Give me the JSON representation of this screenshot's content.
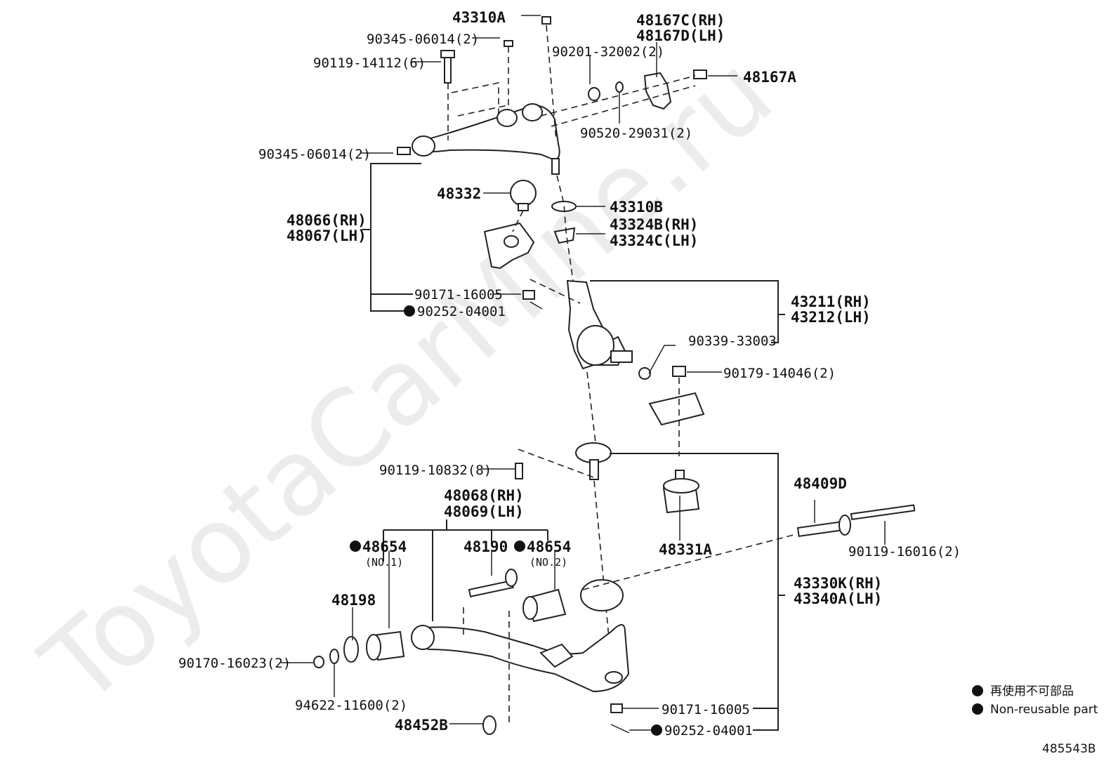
{
  "watermark": "ToyotaCarMine.ru",
  "diagram_id": "485543B",
  "legend": {
    "jp": "再使用不可部品",
    "en": "Non-reusable part"
  },
  "labels": {
    "p43310A": "43310A",
    "p90345_06014_top": "90345-06014(2)",
    "p90119_14112": "90119-14112(6)",
    "p90201_32002": "90201-32002(2)",
    "p48167C": "48167C(RH)",
    "p48167D": "48167D(LH)",
    "p48167A": "48167A",
    "p90520_29031": "90520-29031(2)",
    "p90345_06014_left": "90345-06014(2)",
    "p48332": "48332",
    "p43310B": "43310B",
    "p43324B": "43324B(RH)",
    "p43324C": "43324C(LH)",
    "p48066": "48066(RH)",
    "p48067": "48067(LH)",
    "p90171_16005_top": "90171-16005",
    "p90252_04001_top": "90252-04001",
    "p43211": "43211(RH)",
    "p43212": "43212(LH)",
    "p90339_33003": "90339-33003",
    "p90179_14046": "90179-14046(2)",
    "p90119_10832": "90119-10832(8)",
    "p48068": "48068(RH)",
    "p48069": "48069(LH)",
    "p48409D": "48409D",
    "p48654_1": "48654",
    "p48654_1_sub": "(NO.1)",
    "p48190": "48190",
    "p48654_2": "48654",
    "p48654_2_sub": "(NO.2)",
    "p48331A": "48331A",
    "p90119_16016": "90119-16016(2)",
    "p48198": "48198",
    "p43330K": "43330K(RH)",
    "p43340A": "43340A(LH)",
    "p90170_16023": "90170-16023(2)",
    "p94622_11600": "94622-11600(2)",
    "p90171_16005_bot": "90171-16005",
    "p48452B": "48452B",
    "p90252_04001_bot": "90252-04001"
  }
}
